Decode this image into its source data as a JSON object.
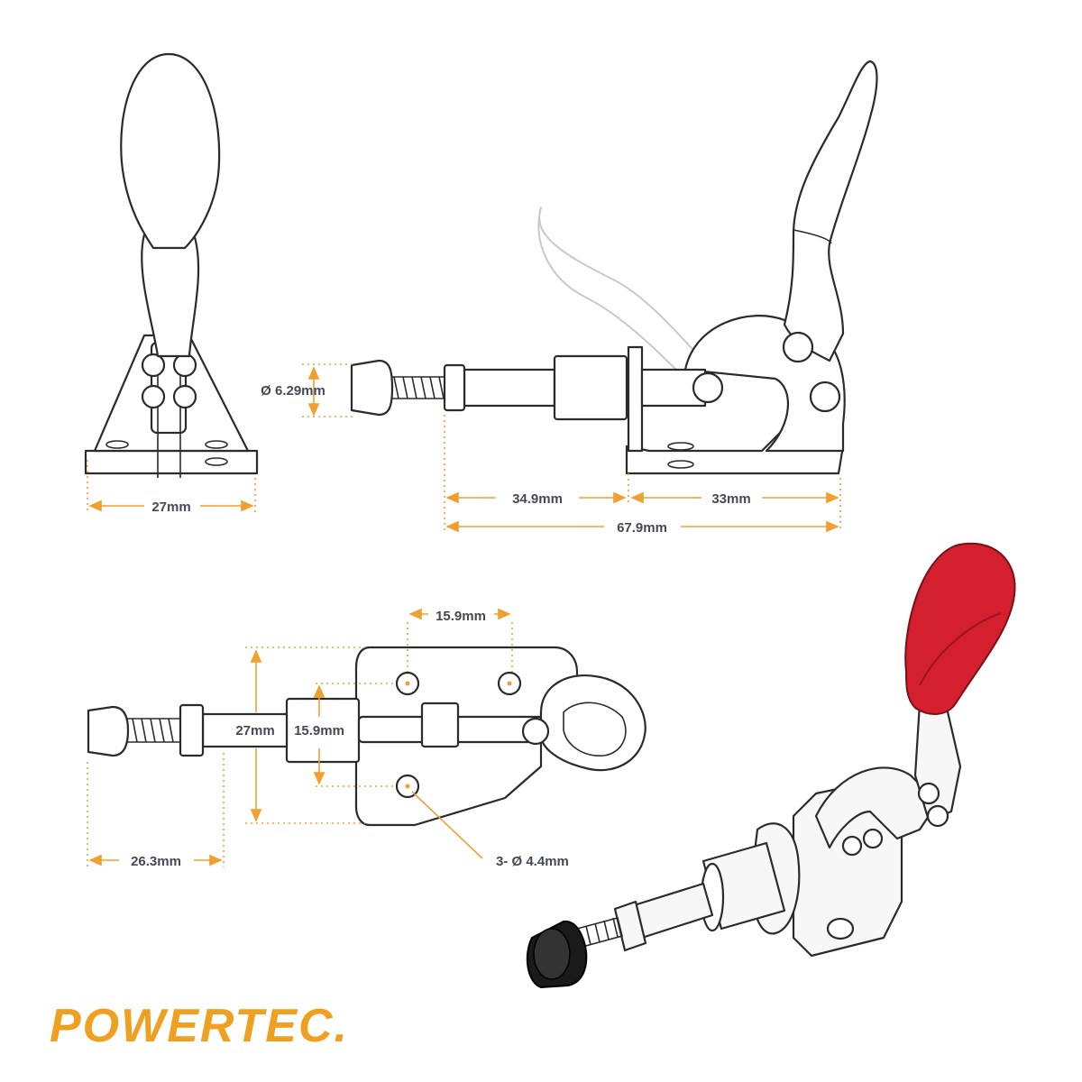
{
  "dimensions": {
    "side_width": "27mm",
    "spindle_diameter": "Ø 6.29mm",
    "stroke_left": "34.9mm",
    "stroke_right": "33mm",
    "overall_length": "67.9mm",
    "hole_spacing": "15.9mm",
    "base_height": "27mm",
    "body_diameter": "15.9mm",
    "spindle_offset": "26.3mm",
    "mount_holes": "3- Ø 4.4mm"
  },
  "brand": {
    "logo_text": "POWERTEC.",
    "accent_color": "#f0a020"
  },
  "colors": {
    "dimension": "#f0a030",
    "handle_grip": "#d31f2e",
    "tip": "#1a1a1a"
  }
}
